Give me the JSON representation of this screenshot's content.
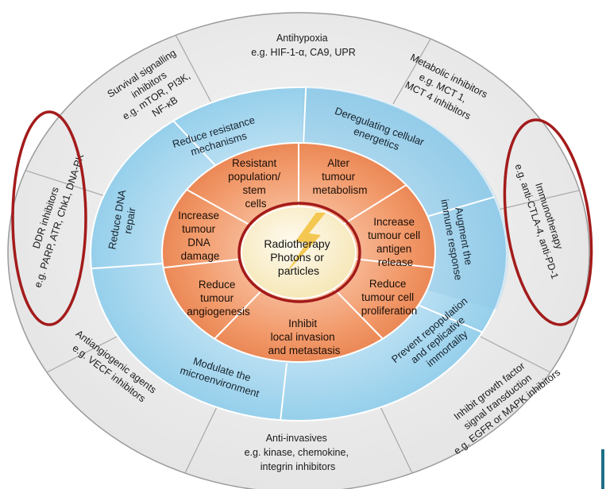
{
  "colors": {
    "outer_ring": "#ececec",
    "outer_stroke": "#9a9a9a",
    "blue_ring": "#a9d6ee",
    "blue_highlight": "#8fc6e6",
    "orange_ring": "#ef9366",
    "orange_highlight": "#f6b896",
    "center": "#fbf1cc",
    "highlight_circle": "#a31b1b",
    "lightning": "#f3c241",
    "spoke": "#ffffff"
  },
  "center": {
    "lines": [
      "Radiotherapy",
      "Photons or",
      "particles"
    ]
  },
  "orange_ring": [
    {
      "lines": [
        "Resistant",
        "population/",
        "stem",
        "cells"
      ]
    },
    {
      "lines": [
        "Alter",
        "tumour",
        "metabolism"
      ]
    },
    {
      "lines": [
        "Increase",
        "tumour cell",
        "antigen",
        "release"
      ]
    },
    {
      "lines": [
        "Reduce",
        "tumour cell",
        "proliferation"
      ]
    },
    {
      "lines": [
        "Inhibit",
        "local invasion",
        "and metastasis"
      ]
    },
    {
      "lines": [
        "Reduce",
        "tumour",
        "angiogenesis"
      ]
    },
    {
      "lines": [
        "Increase",
        "tumour",
        "DNA",
        "damage"
      ]
    }
  ],
  "blue_ring": [
    {
      "lines": [
        "Reduce resistance",
        "mechanisms"
      ]
    },
    {
      "lines": [
        "Deregulating cellular",
        "energetics"
      ]
    },
    {
      "lines": [
        "Augment the",
        "immune response"
      ]
    },
    {
      "lines": [
        "Prevent repopulation",
        "and replicative",
        "immortality"
      ]
    },
    {
      "lines": [
        "Modulate the",
        "microenvironment"
      ]
    },
    {
      "lines": [
        "Reduce DNA",
        "repair"
      ]
    }
  ],
  "outer_ring": [
    {
      "lines": [
        "Antihypoxia",
        "e.g. HIF-1-α, CA9, UPR"
      ]
    },
    {
      "lines": [
        "Metabolic inhibitors",
        "e.g. MCT 1,",
        "MCT 4 inhibitors"
      ]
    },
    {
      "lines": [
        "Immunotherapy",
        "e.g. anti-CTLA-4, anti-PD-1"
      ]
    },
    {
      "lines": [
        "Inhibit growth factor",
        "signal transduction",
        "e.g. EGFR or MAPK inhibitors"
      ]
    },
    {
      "lines": [
        "Anti-invasives",
        "e.g. kinase, chemokine,",
        "integrin inhibitors"
      ]
    },
    {
      "lines": [
        "Antiangiogenic agents",
        "e.g. VECF inhibitors"
      ]
    },
    {
      "lines": [
        "DDR inhibitors",
        "e.g. PARP, ATR, Chk1, DNA-PK"
      ]
    },
    {
      "lines": [
        "Survival signalling",
        "inhibitors",
        "e.g. mTOR, PI3K,",
        "NF-κB"
      ]
    }
  ]
}
